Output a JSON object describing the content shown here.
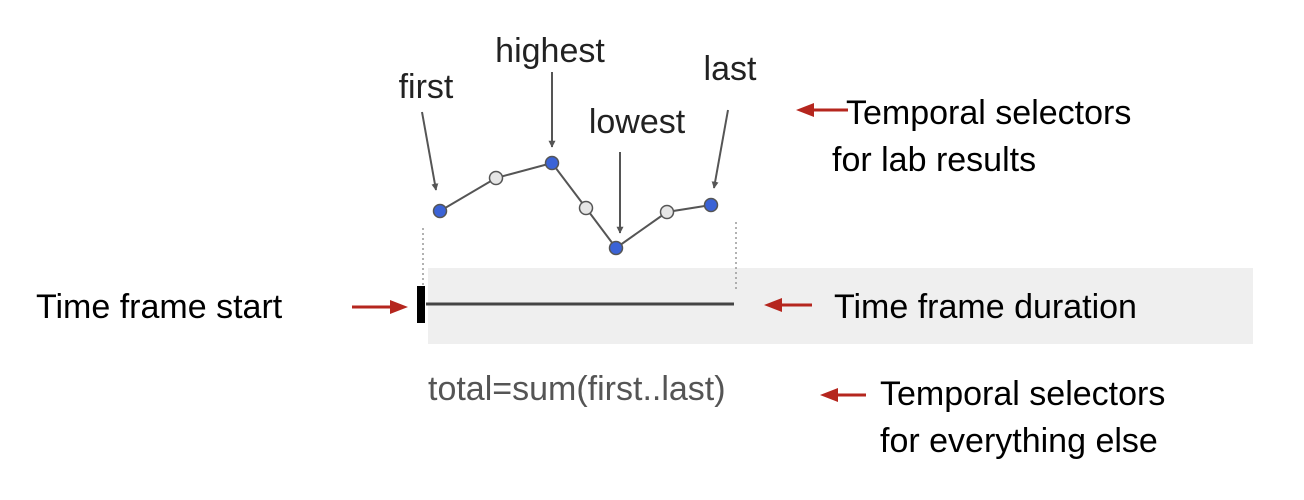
{
  "labels": {
    "first": "first",
    "highest": "highest",
    "lowest": "lowest",
    "last": "last",
    "lab_selectors_line1": "Temporal selectors",
    "lab_selectors_line2": "for lab results",
    "time_frame_start": "Time frame start",
    "time_frame_duration": "Time frame duration",
    "formula": "total=sum(first..last)",
    "other_selectors_line1": "Temporal selectors",
    "other_selectors_line2": "for everything else"
  },
  "lab_series": {
    "points": [
      {
        "role": "first",
        "highlighted": true
      },
      {
        "role": "intermediate",
        "highlighted": false
      },
      {
        "role": "highest",
        "highlighted": true
      },
      {
        "role": "intermediate",
        "highlighted": false
      },
      {
        "role": "lowest",
        "highlighted": true
      },
      {
        "role": "intermediate",
        "highlighted": false
      },
      {
        "role": "last",
        "highlighted": true
      }
    ]
  },
  "colors": {
    "highlight_point": "#3b63d6",
    "plain_point": "#e6e6e6",
    "point_stroke": "#555555",
    "series_line": "#555555",
    "pointer_arrow": "#555555",
    "red_arrow": "#b5261e",
    "timeframe_band": "#efefef",
    "duration_bar": "#444444",
    "start_marker": "#000000",
    "label_text": "#000000",
    "formula_text": "#555555"
  }
}
